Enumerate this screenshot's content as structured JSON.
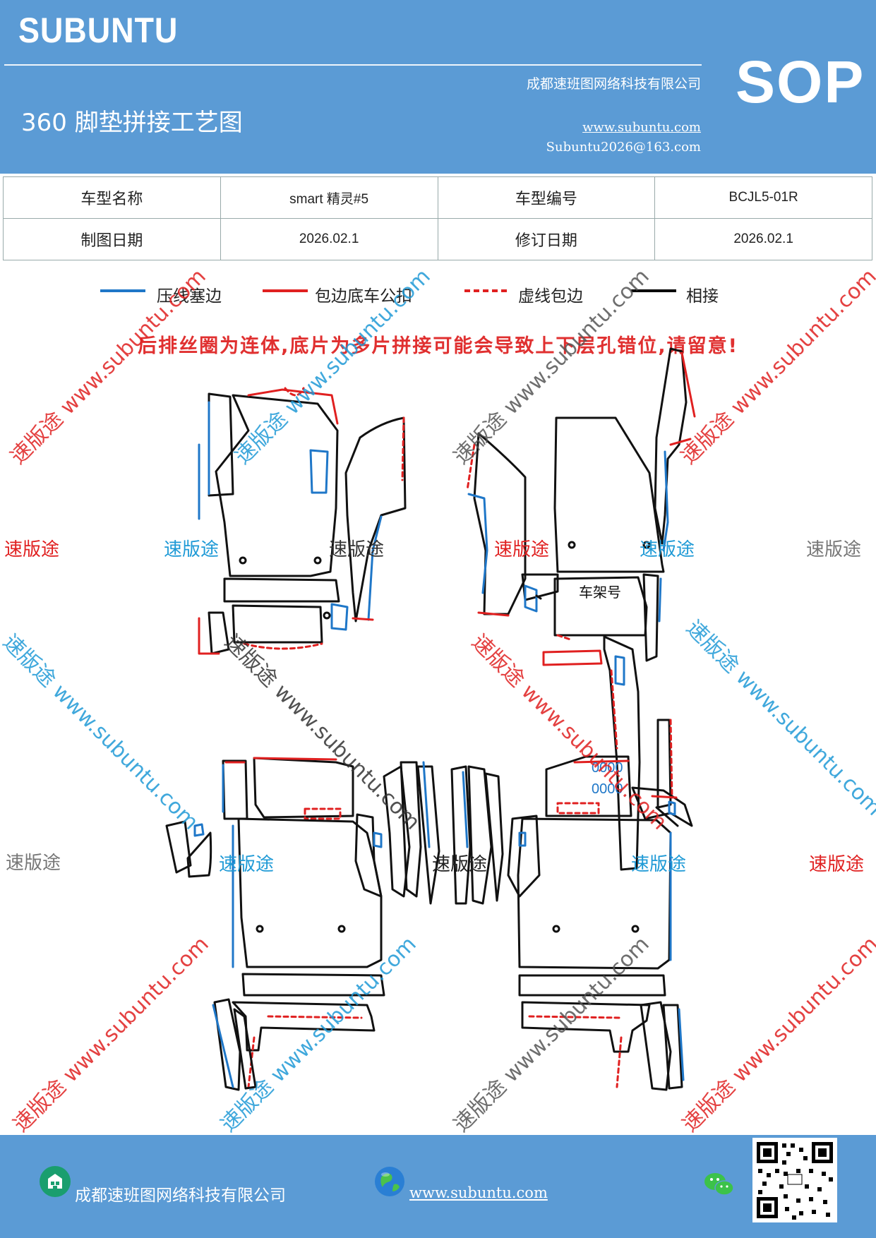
{
  "header": {
    "brand": "SUBUNTU",
    "company": "成都速班图网络科技有限公司",
    "title": "360 脚垫拼接工艺图",
    "website": "www.subuntu.com",
    "email": "Subuntu2026@163.com",
    "badge": "SOP"
  },
  "info": {
    "model_name_label": "车型名称",
    "model_name": "smart 精灵#5",
    "model_code_label": "车型编号",
    "model_code": "BCJL5-01R",
    "draw_date_label": "制图日期",
    "draw_date": "2026.02.1",
    "revise_date_label": "修订日期",
    "revise_date": "2026.02.1"
  },
  "legend": [
    {
      "label": "压线塞边",
      "color": "#1f77c8",
      "style": "solid"
    },
    {
      "label": "包边底车公扣",
      "color": "#e02020",
      "style": "solid"
    },
    {
      "label": "虚线包边",
      "color": "#e02020",
      "style": "dashed"
    },
    {
      "label": "相接",
      "color": "#000000",
      "style": "solid"
    }
  ],
  "warning": "后排丝圈为连体,底片为多片拼接可能会导致上下层孔错位,请留意!",
  "drawing": {
    "frame_label": "车架号",
    "hole_label": "0000"
  },
  "watermarks": {
    "brand_cn": "速版途",
    "diag_text": "速版途 www.subuntu.com"
  },
  "footer": {
    "company": "成都速班图网络科技有限公司",
    "website": "www.subuntu.com"
  },
  "colors": {
    "header_bg": "#5b9bd5",
    "blue_edge": "#1f77c8",
    "red_edge": "#e02020"
  }
}
